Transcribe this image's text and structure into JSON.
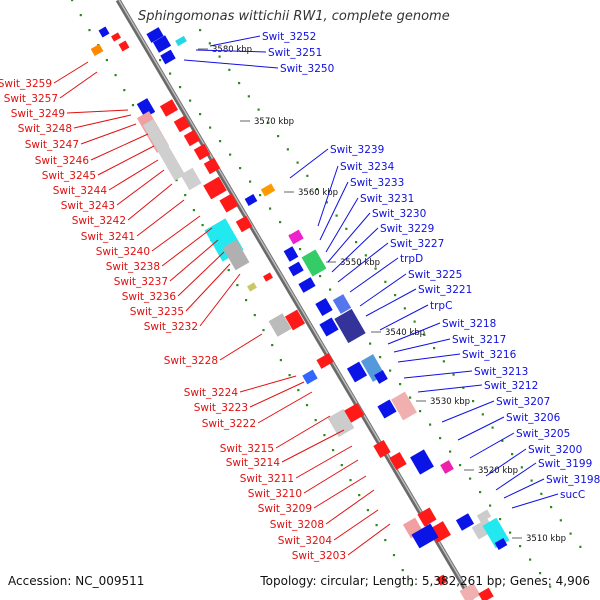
{
  "title": "Sphingomonas wittichii RW1, complete genome",
  "footer": {
    "accession": "Accession: NC_009511",
    "summary": "Topology: circular; Length: 5,382,261 bp; Genes: 4,906"
  },
  "colors": {
    "forward": "#ff1a1a",
    "reverse": "#0a14e6",
    "label_left": "#e01010",
    "label_right": "#1010e0",
    "backbone": "#888888",
    "dots": "#2d8a1e"
  },
  "scale_ticks": [
    "3580 kbp",
    "3570 kbp",
    "3560 kbp",
    "3550 kbp",
    "3540 kbp",
    "3530 kbp",
    "3520 kbp",
    "3510 kbp"
  ],
  "left_labels": [
    "Swit_3259",
    "Swit_3257",
    "Swit_3249",
    "Swit_3248",
    "Swit_3247",
    "Swit_3246",
    "Swit_3245",
    "Swit_3244",
    "Swit_3243",
    "Swit_3242",
    "Swit_3241",
    "Swit_3240",
    "Swit_3238",
    "Swit_3237",
    "Swit_3236",
    "Swit_3235",
    "Swit_3232",
    "Swit_3228",
    "Swit_3224",
    "Swit_3223",
    "Swit_3222",
    "Swit_3215",
    "Swit_3214",
    "Swit_3211",
    "Swit_3210",
    "Swit_3209",
    "Swit_3208",
    "Swit_3204",
    "Swit_3203"
  ],
  "right_labels": [
    "Swit_3252",
    "Swit_3251",
    "Swit_3250",
    "Swit_3239",
    "Swit_3234",
    "Swit_3233",
    "Swit_3231",
    "Swit_3230",
    "Swit_3229",
    "Swit_3227",
    "trpD",
    "Swit_3225",
    "Swit_3221",
    "trpC",
    "Swit_3218",
    "Swit_3217",
    "Swit_3216",
    "Swit_3213",
    "Swit_3212",
    "Swit_3207",
    "Swit_3206",
    "Swit_3205",
    "Swit_3200",
    "Swit_3199",
    "Swit_3198",
    "sucC"
  ]
}
